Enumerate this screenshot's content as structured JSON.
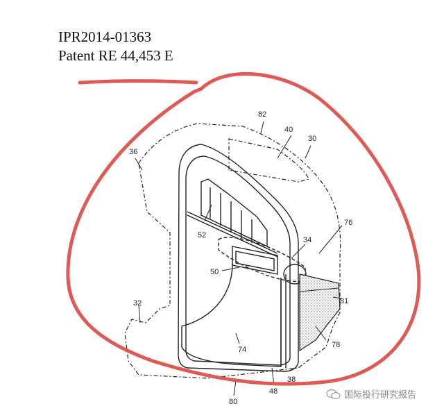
{
  "header": {
    "line1": "IPR2014-01363",
    "line2": "Patent RE 44,453 E"
  },
  "figure": {
    "type": "patent line drawing",
    "reference_numerals": [
      {
        "id": "82",
        "label": "82"
      },
      {
        "id": "40",
        "label": "40"
      },
      {
        "id": "30",
        "label": "30"
      },
      {
        "id": "36",
        "label": "36"
      },
      {
        "id": "52",
        "label": "52"
      },
      {
        "id": "76",
        "label": "76"
      },
      {
        "id": "34",
        "label": "34"
      },
      {
        "id": "50",
        "label": "50"
      },
      {
        "id": "81",
        "label": "81"
      },
      {
        "id": "32",
        "label": "32"
      },
      {
        "id": "78",
        "label": "78"
      },
      {
        "id": "74",
        "label": "74"
      },
      {
        "id": "48",
        "label": "48"
      },
      {
        "id": "38",
        "label": "38"
      },
      {
        "id": "80",
        "label": "80"
      }
    ]
  },
  "annotation": {
    "color": "#e05a55",
    "shape": "hand-drawn underline and circle"
  },
  "watermark": {
    "icon": "wechat-icon",
    "text": "国际投行研究报告"
  }
}
